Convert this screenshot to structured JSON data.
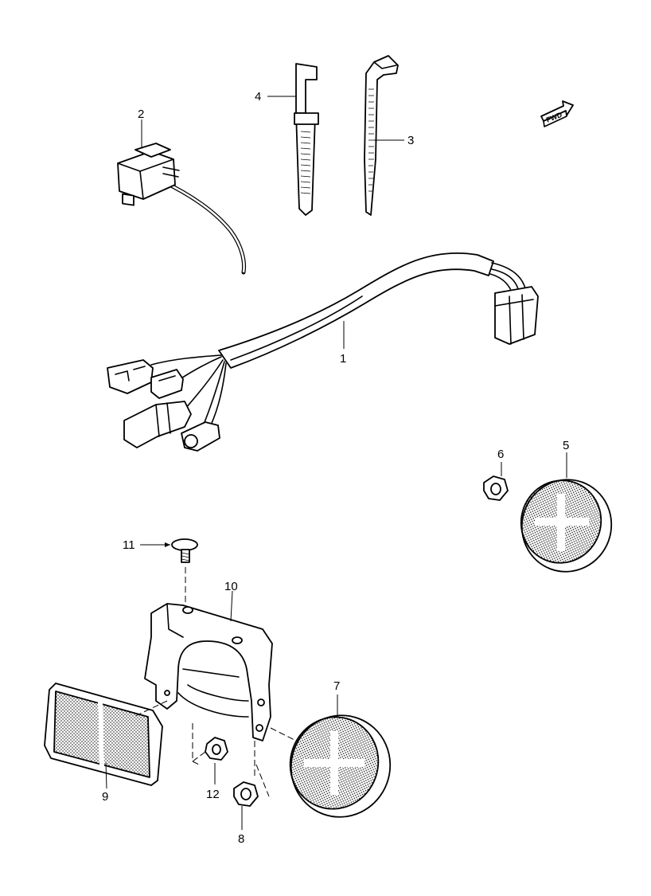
{
  "callouts": {
    "c1": "1",
    "c2": "2",
    "c3": "3",
    "c4": "4",
    "c5": "5",
    "c6": "6",
    "c7": "7",
    "c8": "8",
    "c9": "9",
    "c10": "10",
    "c11": "11",
    "c12": "12"
  },
  "fwd_label": "FWD"
}
